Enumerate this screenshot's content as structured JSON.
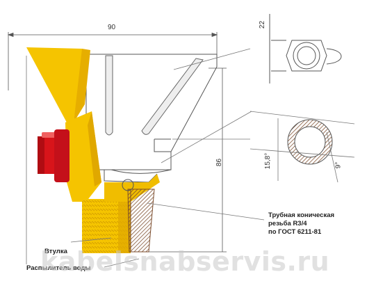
{
  "dimensions": {
    "width_90": "90",
    "height_86": "86",
    "size_22": "22",
    "size_15_8": "15,8°",
    "angle_9": "9°"
  },
  "annotations": {
    "thread_line1": "Трубная коническая",
    "thread_line2": "резьба R3/4",
    "thread_line3": "по ГОСТ 6211-81",
    "bushing": "Втулка",
    "sprayer": "Распылитель воды"
  },
  "watermark": "kabelsnabservis.ru",
  "colors": {
    "yellow": "#f5c400",
    "yellow_dark": "#e0a800",
    "red": "#d8141a",
    "hatch_brown": "#7a4a2a",
    "line": "#555555"
  }
}
